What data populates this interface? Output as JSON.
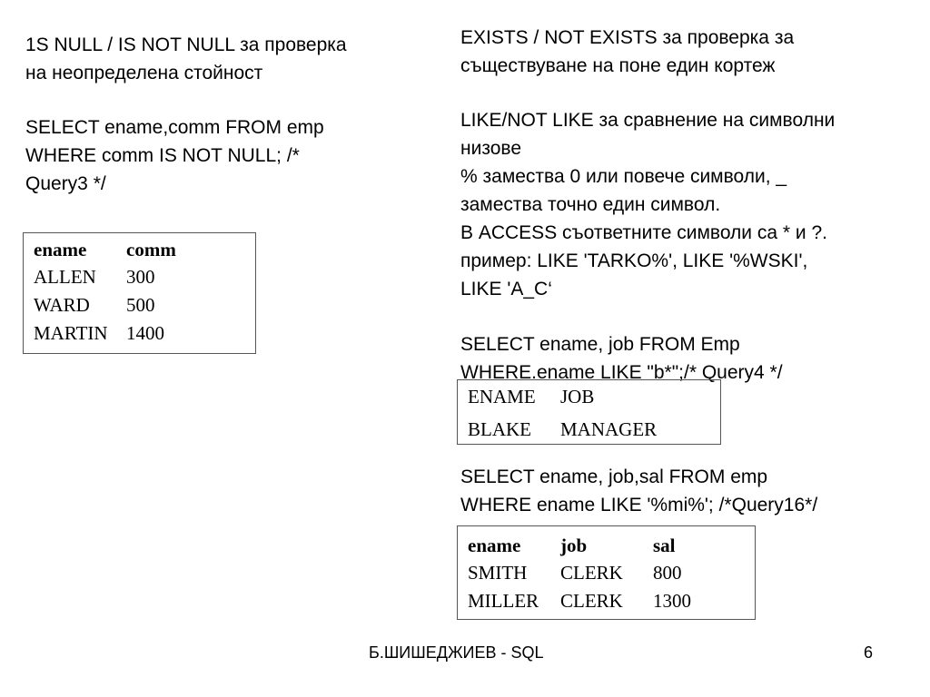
{
  "left": {
    "intro": [
      "1S NULL / IS NOT NULL за проверка",
      "на неопределена стойност"
    ],
    "query": [
      "SELECT ename,comm FROM emp",
      "WHERE comm IS NOT NULL; /*",
      "Query3 */"
    ],
    "table": {
      "headers": [
        "ename",
        "comm"
      ],
      "rows": [
        [
          "ALLEN",
          "300"
        ],
        [
          "WARD",
          "500"
        ],
        [
          "MARTIN",
          "1400"
        ]
      ]
    }
  },
  "right": {
    "exists": [
      "EXISTS / NOT EXISTS за проверка за",
      "съществуване на поне един кортеж"
    ],
    "like": [
      "LIKE/NOT LIKE за сравнение на символни",
      "низове",
      "% замества 0 или повече символи, _",
      "замества точно един символ.",
      "В ACCESS съответните символи са * и ?.",
      "пример: LIKE 'TARKO%', LIKE '%WSKI',",
      "LIKE 'A_C‘"
    ],
    "query4": [
      "SELECT ename, job FROM Emp",
      "WHERE.ename LIKE \"b*\";/* Query4 */"
    ],
    "table4": {
      "headers": [
        "ENAME",
        "JOB"
      ],
      "rows": [
        [
          "BLAKE",
          "MANAGER"
        ]
      ]
    },
    "query16": [
      "SELECT ename, job,sal FROM emp",
      "WHERE ename LIKE '%mi%'; /*Query16*/"
    ],
    "table16": {
      "headers": [
        "ename",
        "job",
        "sal"
      ],
      "rows": [
        [
          "SMITH",
          "CLERK",
          "800"
        ],
        [
          "MILLER",
          "CLERK",
          "1300"
        ]
      ]
    }
  },
  "footer": {
    "author": "Б.ШИШЕДЖИЕВ - SQL",
    "page": "6"
  }
}
